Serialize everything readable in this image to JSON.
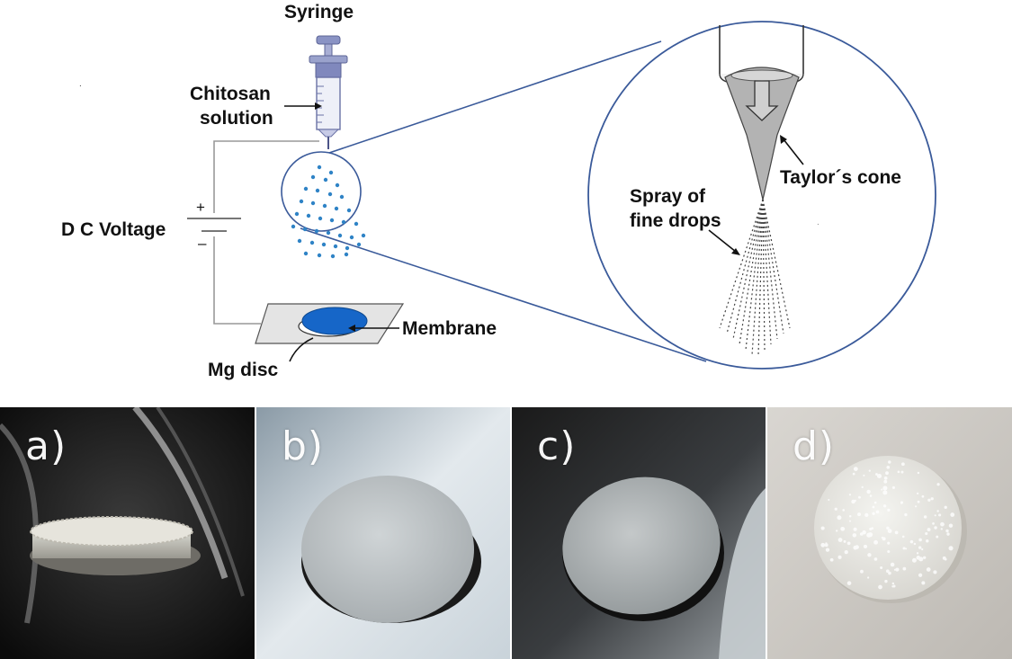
{
  "diagram": {
    "labels": {
      "syringe": "Syringe",
      "chitosan_line1": "Chitosan",
      "chitosan_line2": "solution",
      "dc_voltage": "D C Voltage",
      "plus": "+",
      "minus": "–",
      "membrane": "Membrane",
      "mg_disc": "Mg disc",
      "taylor_cone": "Taylor´s cone",
      "spray_line1": "Spray of",
      "spray_line2": "fine drops"
    },
    "colors": {
      "droplet": "#2f83c6",
      "membrane": "#1666c8",
      "zoom_circle": "#3a5a9a",
      "syringe": "#7b86b8"
    }
  },
  "photos": [
    {
      "id": "a",
      "label": "a)"
    },
    {
      "id": "b",
      "label": "b)"
    },
    {
      "id": "c",
      "label": "c)"
    },
    {
      "id": "d",
      "label": "d)"
    }
  ]
}
